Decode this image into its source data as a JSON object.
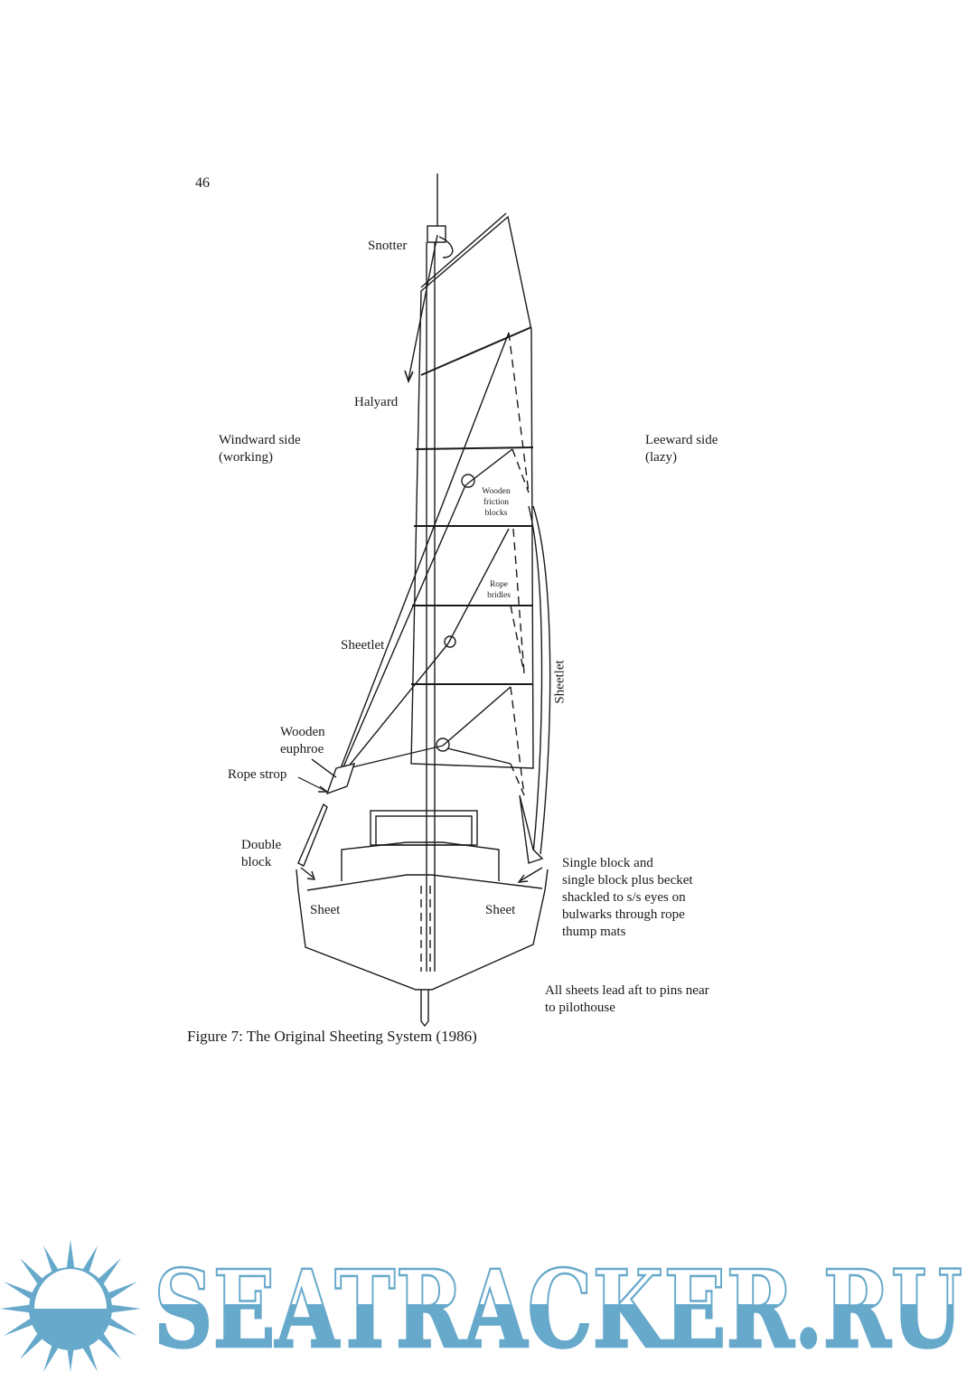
{
  "page_number": "46",
  "labels": {
    "snotter": "Snotter",
    "halyard": "Halyard",
    "windward": "Windward side\n(working)",
    "leeward": "Leeward side\n(lazy)",
    "friction_blocks": "Wooden\nfriction\nblocks",
    "rope_bridles": "Rope\nbridles",
    "sheetlet_left": "Sheetlet",
    "sheetlet_right": "Sheetlet",
    "euphroe": "Wooden\neuphroe",
    "rope_strop": "Rope strop",
    "double_block": "Double\nblock",
    "single_block": "Single block and\nsingle block plus becket\nshackled to s/s eyes on\nbulwarks through rope\nthump mats",
    "sheet_left": "Sheet",
    "sheet_right": "Sheet",
    "all_sheets": "All sheets lead aft to pins near\nto pilothouse"
  },
  "caption": "Figure 7: The Original Sheeting System (1986)",
  "watermark": {
    "text": "SEATRACKER.RU",
    "color": "#67a9cb"
  }
}
